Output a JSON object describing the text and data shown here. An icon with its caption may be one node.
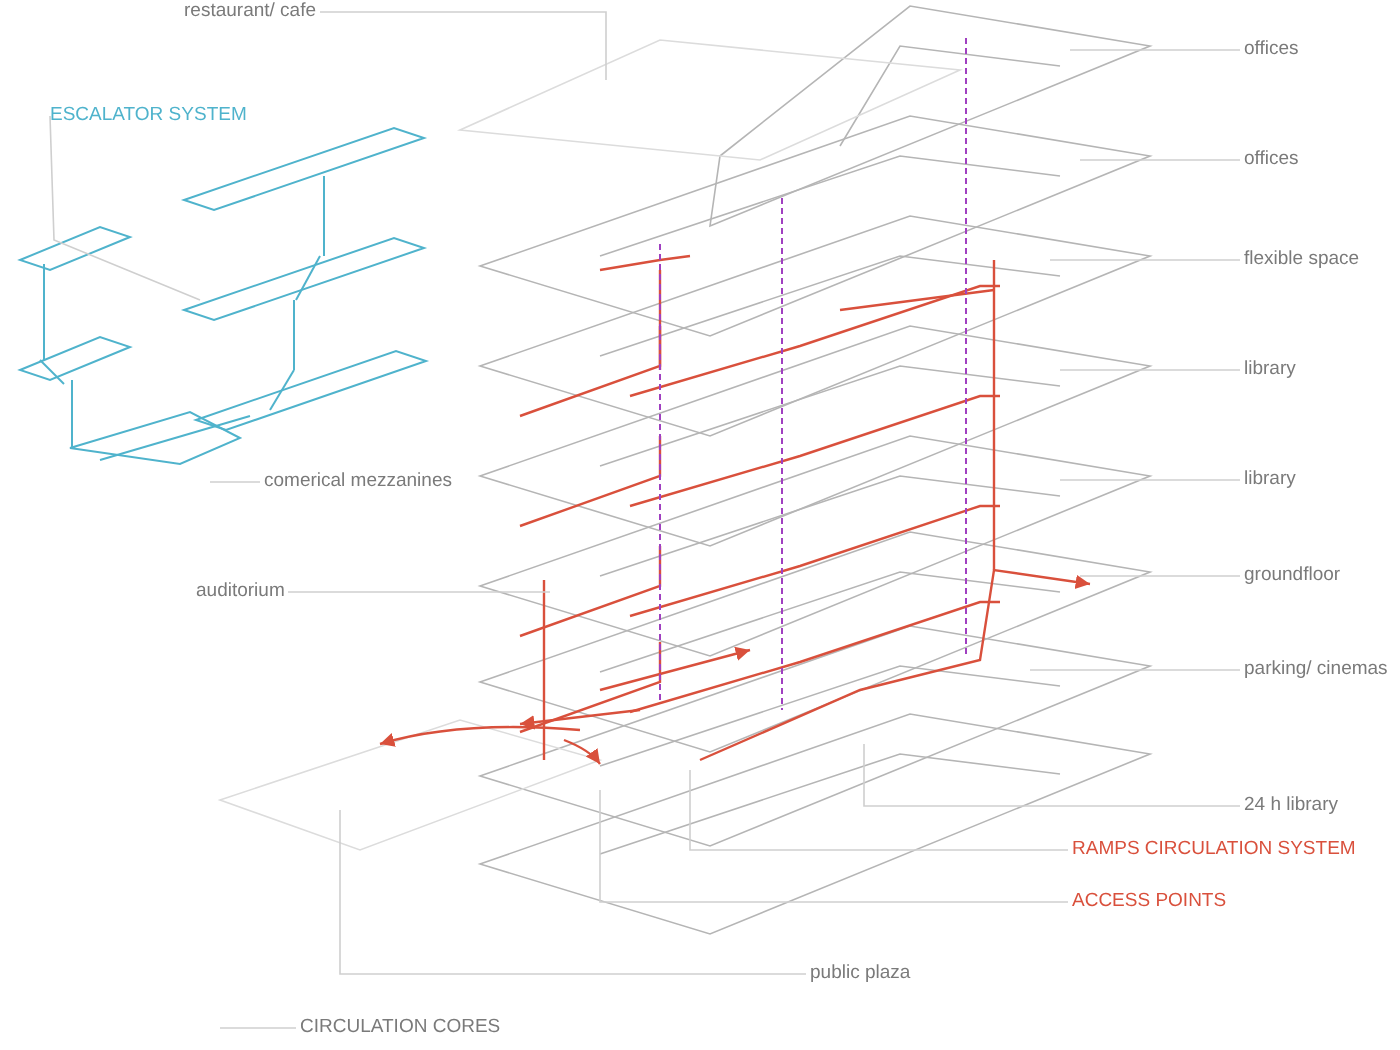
{
  "diagram": {
    "nodes": [
      {
        "text": [
          "restaurant/ cafe"
        ]
      },
      {
        "text": [
          "ESCALATOR SYSTEM"
        ]
      },
      {
        "text": [
          "offices"
        ]
      },
      {
        "text": [
          "offices"
        ]
      },
      {
        "text": [
          "flexible space"
        ]
      },
      {
        "text": [
          "library"
        ]
      },
      {
        "text": [
          "library"
        ]
      },
      {
        "text": [
          "comerical mezzanines"
        ]
      },
      {
        "text": [
          "auditorium"
        ]
      },
      {
        "text": [
          "groundfloor"
        ]
      },
      {
        "text": [
          "parking/ cinemas"
        ]
      },
      {
        "text": [
          "24 h library"
        ]
      },
      {
        "text": [
          "RAMPS CIRCULATION SYSTEM"
        ]
      },
      {
        "text": [
          "ACCESS POINTS"
        ]
      },
      {
        "text": [
          "public plaza"
        ]
      },
      {
        "text": [
          "CIRCULATION CORES"
        ]
      }
    ],
    "edges": [
      {
        "from": 0,
        "to": null,
        "arrow": "none"
      },
      {
        "from": 1,
        "to": null,
        "arrow": "none"
      },
      {
        "from": 2,
        "to": null,
        "arrow": "none"
      },
      {
        "from": 3,
        "to": null,
        "arrow": "none"
      },
      {
        "from": 4,
        "to": null,
        "arrow": "none"
      },
      {
        "from": 5,
        "to": null,
        "arrow": "none"
      },
      {
        "from": 6,
        "to": null,
        "arrow": "none"
      },
      {
        "from": 7,
        "to": null,
        "arrow": "none"
      },
      {
        "from": 8,
        "to": null,
        "arrow": "none"
      },
      {
        "from": 9,
        "to": null,
        "arrow": "none"
      },
      {
        "from": 10,
        "to": null,
        "arrow": "none"
      },
      {
        "from": 11,
        "to": null,
        "arrow": "none"
      },
      {
        "from": 12,
        "to": null,
        "arrow": "none"
      },
      {
        "from": 13,
        "to": null,
        "arrow": "none"
      },
      {
        "from": 14,
        "to": null,
        "arrow": "none"
      },
      {
        "from": 15,
        "to": null,
        "arrow": "none"
      }
    ]
  }
}
